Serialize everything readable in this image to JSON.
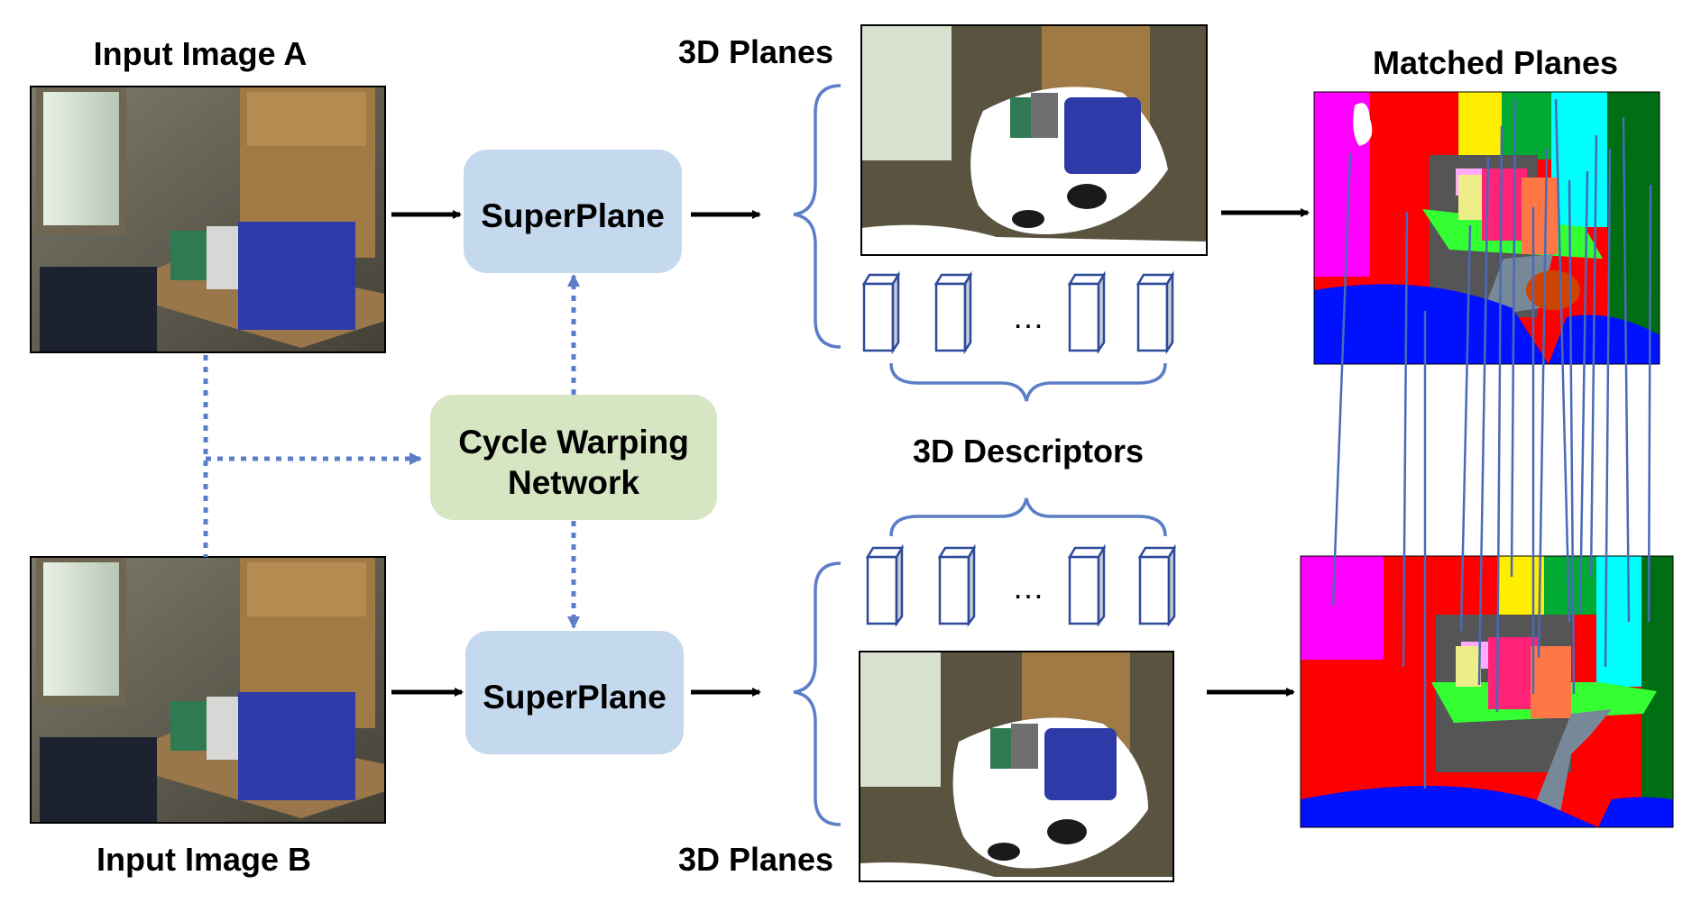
{
  "labels": {
    "input_a": "Input Image A",
    "input_b": "Input Image B",
    "superplane_top": "SuperPlane",
    "superplane_bottom": "SuperPlane",
    "cycle_line1": "Cycle Warping",
    "cycle_line2": "Network",
    "planes_top": "3D Planes",
    "planes_bottom": "3D Planes",
    "descriptors": "3D Descriptors",
    "matched": "Matched Planes",
    "ellipsis_top": "…",
    "ellipsis_bottom": "…"
  },
  "colors": {
    "superplane_box": "#c5d9ee",
    "cycle_box": "#d6e5c2",
    "brace": "#5b7ec6",
    "dotted": "#5b7ec6",
    "match_line": "#4a6ab8",
    "arrow": "#000000"
  },
  "icons": {
    "photo": "room-photo",
    "descriptor": "3d-box-icon",
    "segmentation": "plane-segmentation"
  }
}
